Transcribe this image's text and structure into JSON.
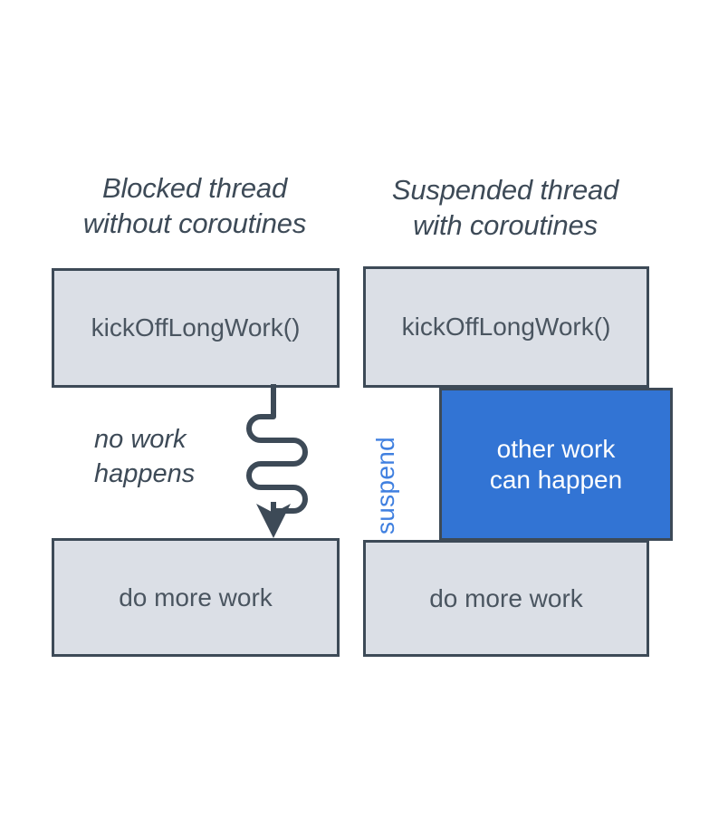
{
  "diagram": {
    "title_hidden": "Blocked vs suspended thread comparison",
    "background_color": "#ffffff",
    "colors": {
      "box_fill": "#dbdfe6",
      "box_border": "#3d4a57",
      "accent_blue": "#3274d4",
      "suspend_text": "#4080e0",
      "text_dark": "#3d4a57",
      "text_body": "#4a5560",
      "text_on_blue": "#ffffff"
    },
    "columns": [
      {
        "id": "blocked",
        "title": "Blocked thread\nwithout coroutines",
        "steps": [
          {
            "id": "kick-off",
            "label": "kickOffLongWork()",
            "style": "gray"
          },
          {
            "id": "do-more",
            "label": "do more work",
            "style": "gray"
          }
        ],
        "annotation": "no work\nhappens",
        "connector": "squiggly-down-arrow"
      },
      {
        "id": "suspended",
        "title": "Suspended thread\nwith coroutines",
        "steps": [
          {
            "id": "kick-off",
            "label": "kickOffLongWork()",
            "style": "gray"
          },
          {
            "id": "do-more",
            "label": "do more work",
            "style": "gray"
          }
        ],
        "annotation": "suspend",
        "overlay_box": {
          "id": "other-work",
          "label": "other work\ncan happen",
          "style": "blue"
        }
      }
    ]
  }
}
